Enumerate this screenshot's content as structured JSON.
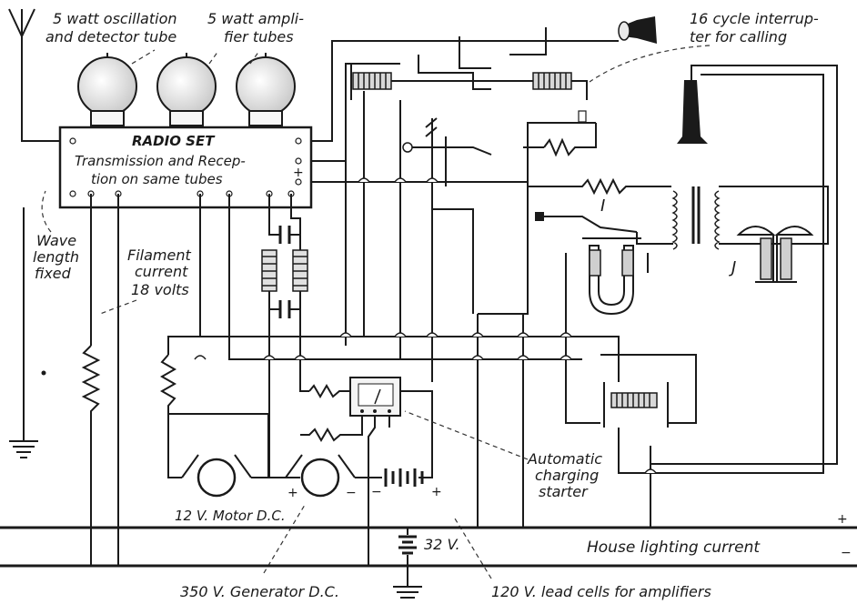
{
  "labels": {
    "osc_tube": [
      "5 watt oscillation",
      "and detector tube"
    ],
    "amp_tubes": [
      "5 watt ampli-",
      "fier tubes"
    ],
    "interrupter": [
      "16 cycle interrup-",
      "ter for calling"
    ],
    "radio_set": "RADIO SET",
    "radio_desc": [
      "Transmission and Recep-",
      "tion on same tubes"
    ],
    "wavelength": [
      "Wave",
      "length",
      "fixed"
    ],
    "filament": [
      "Filament",
      "current",
      "18 volts"
    ],
    "auto_start": [
      "Automatic",
      "charging",
      "starter"
    ],
    "motor": "12 V. Motor D.C.",
    "generator": "350 V. Generator D.C.",
    "battery_32": "32 V.",
    "house": "House lighting current",
    "lead_cells": "120 V. lead cells for amplifiers",
    "coil_i": "I",
    "coil_j": "J",
    "plus": "+",
    "minus": "−"
  }
}
